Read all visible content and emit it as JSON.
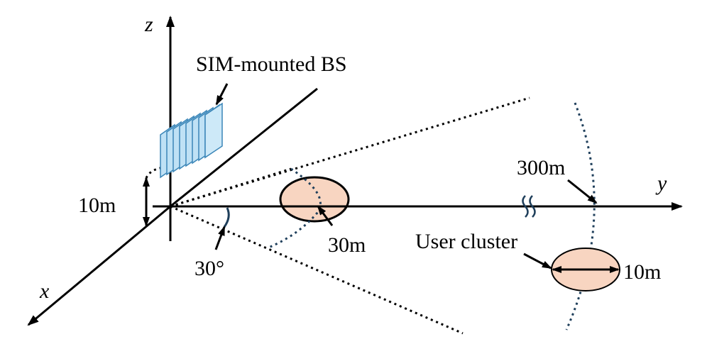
{
  "axes": {
    "x_label": "x",
    "y_label": "y",
    "z_label": "z"
  },
  "labels": {
    "bs": "SIM-mounted BS",
    "height": "10m",
    "angle": "30°",
    "near_radius": "30m",
    "far_distance": "300m",
    "cluster": "User cluster",
    "cluster_size": "10m"
  },
  "colors": {
    "ink": "#000000",
    "cluster_fill": "#f8d5c1",
    "panel_fill": "#bfe1f5",
    "panel_stroke": "#3b86b8",
    "arc": "#1f3f5b"
  },
  "sim_layers": 8,
  "icons": [
    "break-symbol-icon",
    "arrow-icon"
  ]
}
